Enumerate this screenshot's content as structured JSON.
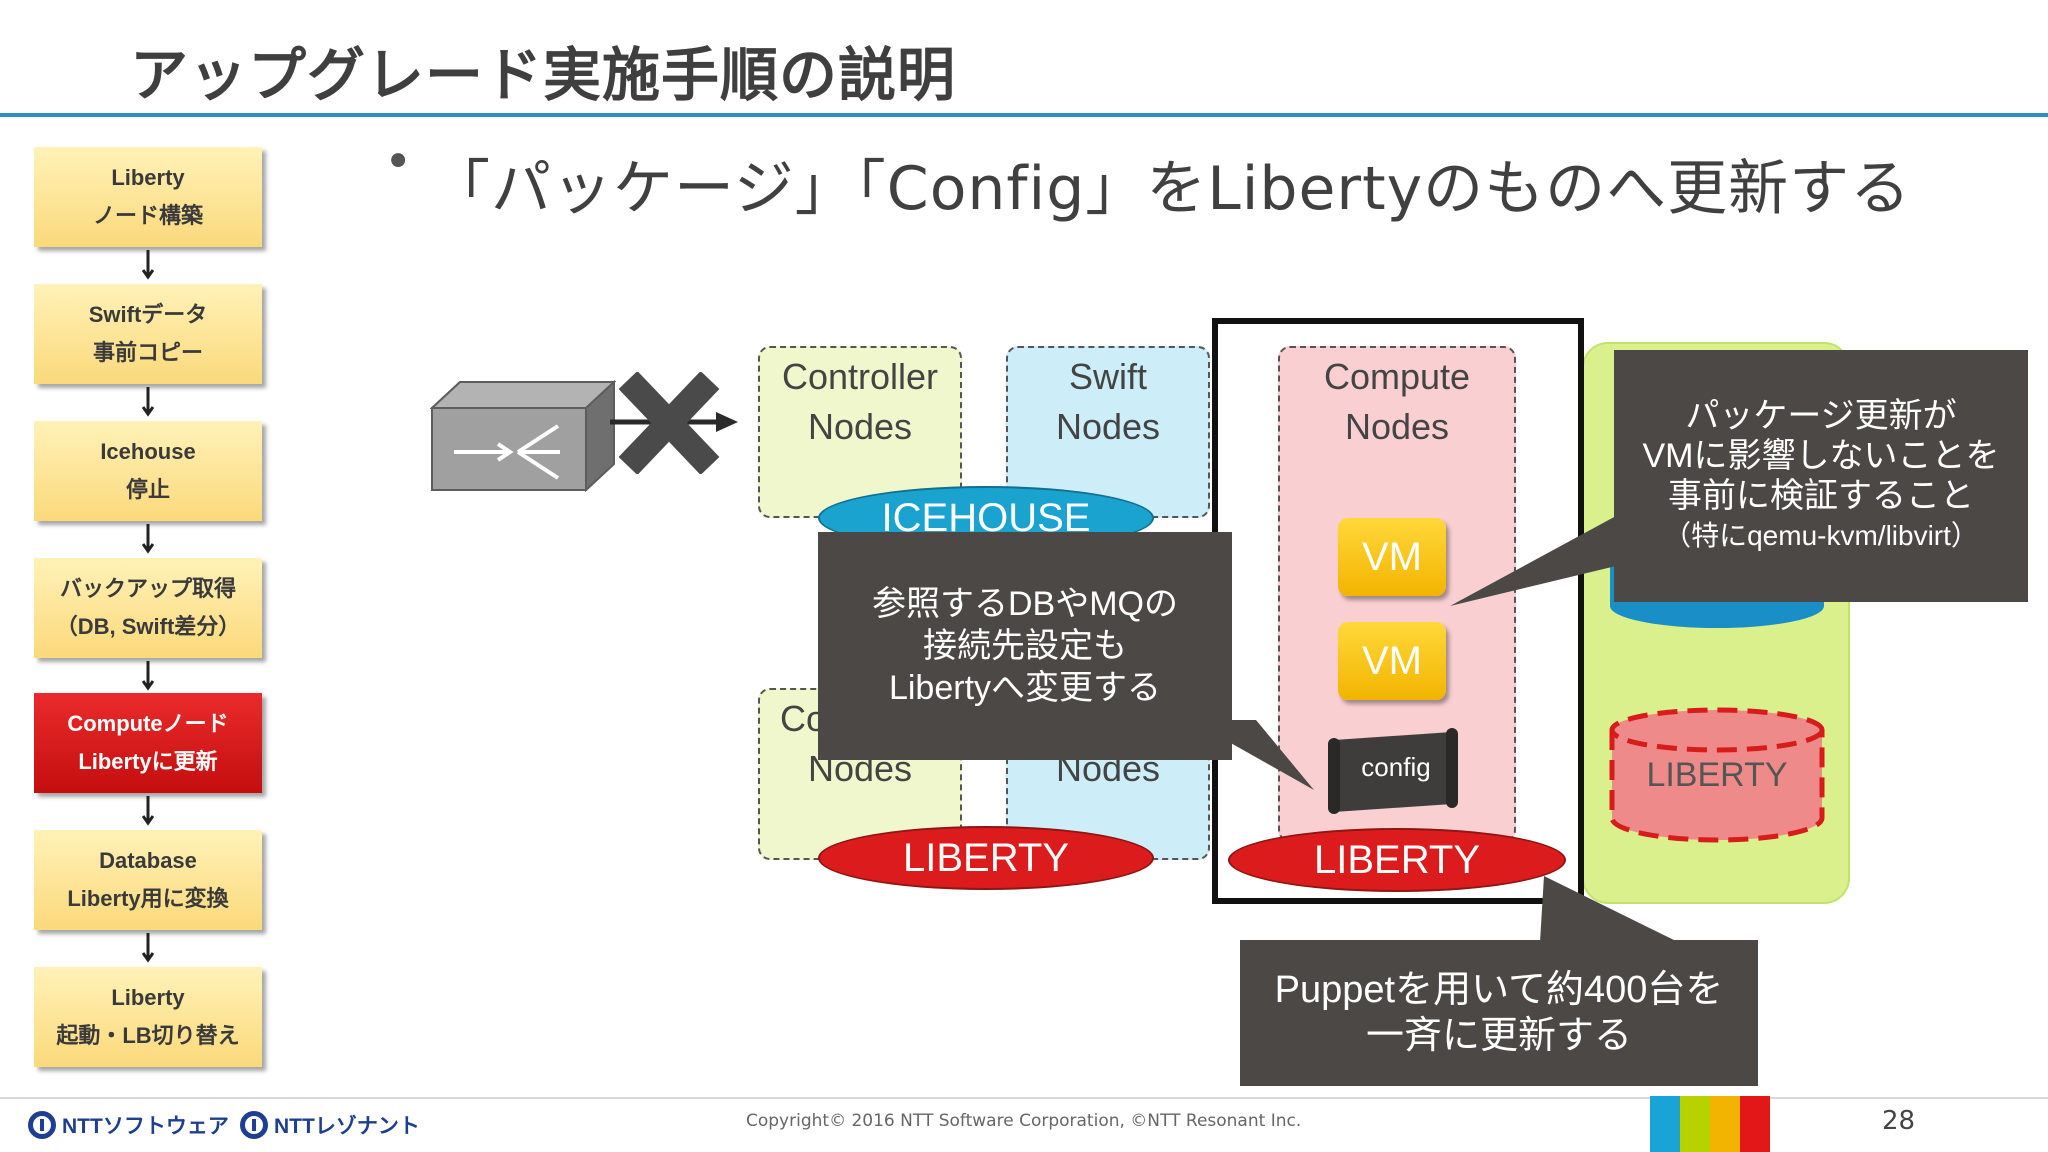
{
  "title": "アップグレード実施手順の説明",
  "flow_steps": [
    {
      "line1": "Liberty",
      "line2": "ノード構築"
    },
    {
      "line1": "Swiftデータ",
      "line2": "事前コピー"
    },
    {
      "line1": "Icehouse",
      "line2": "停止"
    },
    {
      "line1": "バックアップ取得",
      "line2": "（DB, Swift差分）"
    },
    {
      "line1": "Computeノード",
      "line2": "Libertyに更新",
      "active": true
    },
    {
      "line1": "Database",
      "line2": "Liberty用に変換"
    },
    {
      "line1": "Liberty",
      "line2": "起動・LB切り替え"
    }
  ],
  "bullet": "「パッケージ」「Config」をLibertyのものへ更新する",
  "diagram": {
    "controller_top": {
      "line1": "Controller",
      "line2": "Nodes"
    },
    "swift_top": {
      "line1": "Swift",
      "line2": "Nodes"
    },
    "compute": {
      "line1": "Compute",
      "line2": "Nodes"
    },
    "controller_bottom": {
      "line1": "Co",
      "line2": "Nodes"
    },
    "swift_bottom": {
      "line2": "Nodes"
    },
    "icehouse_label": "ICEHOUSE",
    "liberty_label_left": "LIBERTY",
    "liberty_label_compute": "LIBERTY",
    "liberty_db_label": "LIBERTY",
    "vm_labels": [
      "VM",
      "VM"
    ],
    "config_label": "config"
  },
  "callouts": {
    "db_mq": [
      "参照するDBやMQの",
      "接続先設定も",
      "Libertyへ変更する"
    ],
    "package": [
      "パッケージ更新が",
      "VMに影響しないことを",
      "事前に検証すること"
    ],
    "package_note": "（特にqemu-kvm/libvirt）",
    "puppet": [
      "Puppetを用いて約400台を",
      "一斉に更新する"
    ]
  },
  "footer": {
    "logo1": "NTTソフトウェア",
    "logo2": "NTTレゾナント",
    "copyright": "Copyright© 2016 NTT Software Corporation, ©NTT Resonant Inc.",
    "page_number": "28"
  },
  "colors": {
    "accent_rule": "#2c8fbf",
    "step_fill": "#fbd97b",
    "step_active": "#d41a1a",
    "liberty_red": "#dc1c1c",
    "icehouse_blue": "#1aa3cf",
    "callout_bg": "#4b4846"
  }
}
